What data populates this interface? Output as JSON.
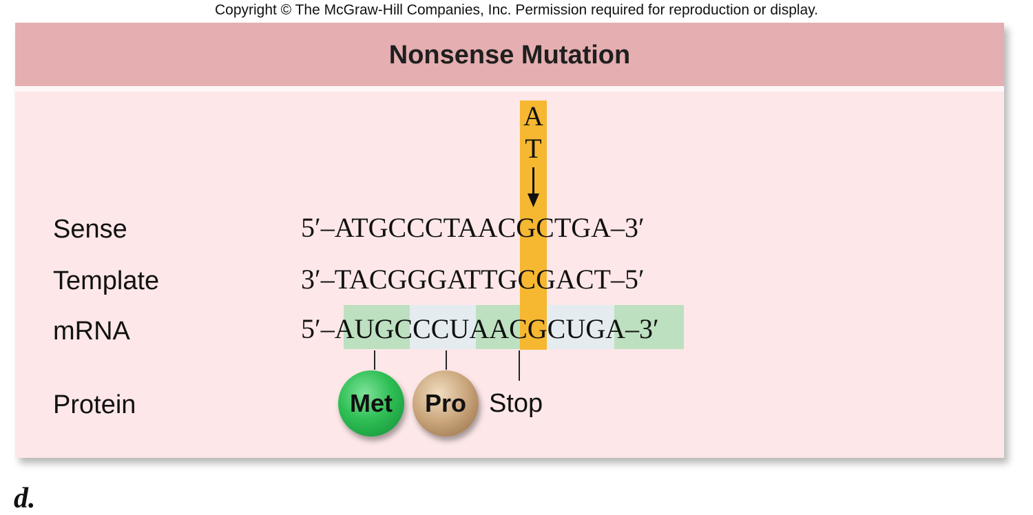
{
  "copyright": "Copyright © The McGraw-Hill Companies, Inc. Permission required for reproduction or display.",
  "title": "Nonsense Mutation",
  "mutation": {
    "original_base": "A",
    "new_base": "T"
  },
  "rows": {
    "sense": {
      "label": "Sense",
      "sequence": "5′–ATGCCCTAACGCTGA–3′"
    },
    "template": {
      "label": "Template",
      "sequence": "3′–TACGGGATTGCGACT–5′"
    },
    "mrna": {
      "label": "mRNA",
      "sequence": "5′–AUGCCCUAACGCUGA–3′"
    },
    "protein": {
      "label": "Protein",
      "amino_acids": [
        "Met",
        "Pro"
      ],
      "stop": "Stop"
    }
  },
  "figure_letter": "d.",
  "colors": {
    "title_bar": "#e5aeb0",
    "panel": "#fde7e8",
    "mutation_highlight": "#f6b731",
    "codon_green": "#bde0c0",
    "codon_blue": "#e4ecf0",
    "met": "#2fbf55",
    "pro": "#c9a47a"
  }
}
